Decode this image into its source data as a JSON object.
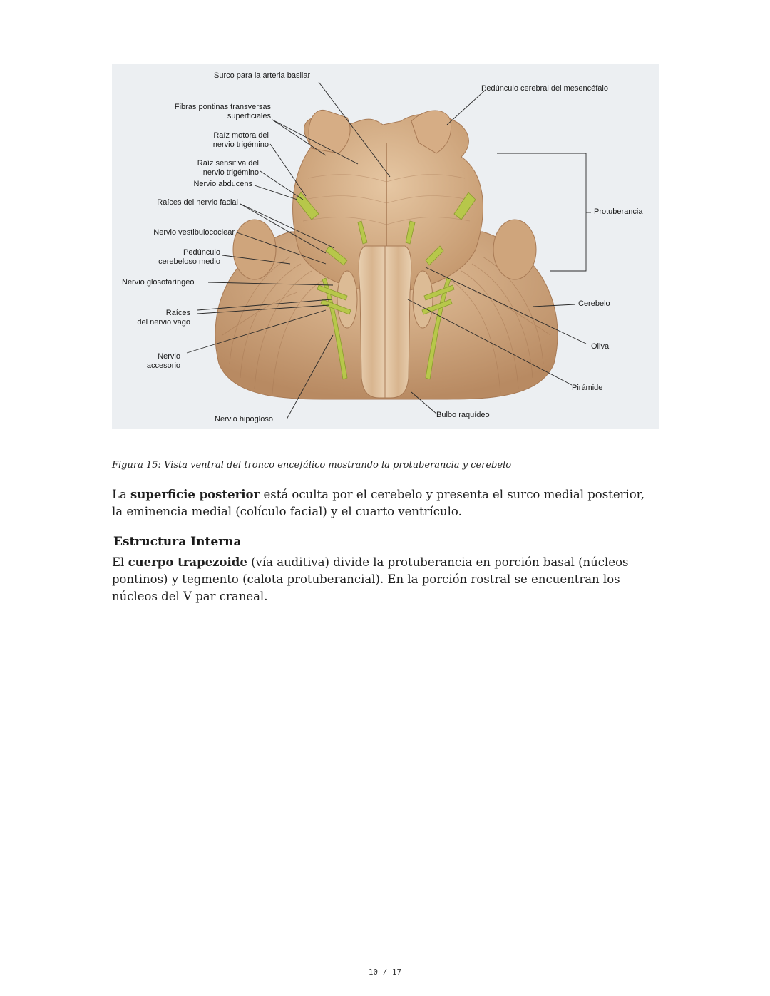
{
  "figure": {
    "labels": {
      "surco": "Surco para la arteria basilar",
      "pedunculo_cerebral": "Pedúnculo cerebral del mesencéfalo",
      "fibras_1": "Fibras pontinas transversas",
      "fibras_2": "superficiales",
      "raiz_motora_1": "Raíz motora del",
      "raiz_motora_2": "nervio trigémino",
      "raiz_sensitiva_1": "Raíz sensitiva del",
      "raiz_sensitiva_2": "nervio trigémino",
      "abducens": "Nervio abducens",
      "facial": "Raíces del nervio facial",
      "protuberancia": "Protuberancia",
      "vestibulococlear": "Nervio vestibulococlear",
      "peduncilo_medio_1": "Pedúnculo",
      "peduncilo_medio_2": "cerebeloso medio",
      "glosofaringeo": "Nervio glosofaríngeo",
      "cerebelo": "Cerebelo",
      "vago_1": "Raíces",
      "vago_2": "del nervio vago",
      "oliva": "Oliva",
      "accesorio_1": "Nervio",
      "accesorio_2": "accesorio",
      "piramide": "Pirámide",
      "hipogloso": "Nervio hipogloso",
      "bulbo": "Bulbo raquídeo"
    }
  },
  "caption": "Figura 15: Vista ventral del tronco encefálico mostrando la protuberancia y cerebelo",
  "para1": {
    "t1": "La ",
    "b1": "superficie posterior",
    "t2": " está oculta por el cerebelo y presenta el surco medial posterior, la eminencia medial (colículo facial) y el cuarto ventrículo."
  },
  "heading": "Estructura Interna",
  "para2": {
    "t1": "El ",
    "b1": "cuerpo trapezoide",
    "t2": " (vía auditiva) divide la protuberancia en porción basal (núcleos pontinos) y tegmento (calota protuberancial). En la porción rostral se encuentran los núcleos del V par craneal."
  },
  "page_number": "10 / 17",
  "colors": {
    "tissue": "#d9b48e",
    "tissue_dark": "#b98a62",
    "nerve": "#b7c74a",
    "background": "#eceff2"
  }
}
